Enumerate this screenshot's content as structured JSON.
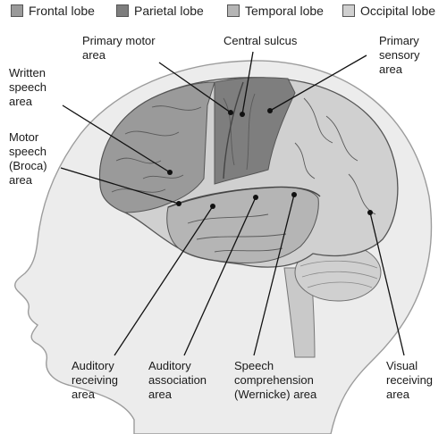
{
  "legend": {
    "items": [
      {
        "label": "Frontal lobe",
        "color": "#9a9a9a"
      },
      {
        "label": "Parietal lobe",
        "color": "#7e7e7e"
      },
      {
        "label": "Temporal lobe",
        "color": "#b5b5b5"
      },
      {
        "label": "Occipital lobe",
        "color": "#d0d0d0"
      }
    ]
  },
  "labels": {
    "primary_motor": [
      "Primary motor",
      "area"
    ],
    "central_sulcus": [
      "Central sulcus"
    ],
    "primary_sensory": [
      "Primary",
      "sensory",
      "area"
    ],
    "written_speech": [
      "Written",
      "speech",
      "area"
    ],
    "motor_speech": [
      "Motor",
      "speech",
      "(Broca)",
      "area"
    ],
    "auditory_receiving": [
      "Auditory",
      "receiving",
      "area"
    ],
    "auditory_association": [
      "Auditory",
      "association",
      "area"
    ],
    "speech_comprehension": [
      "Speech",
      "comprehension",
      "(Wernicke) area"
    ],
    "visual_receiving": [
      "Visual",
      "receiving",
      "area"
    ]
  }
}
